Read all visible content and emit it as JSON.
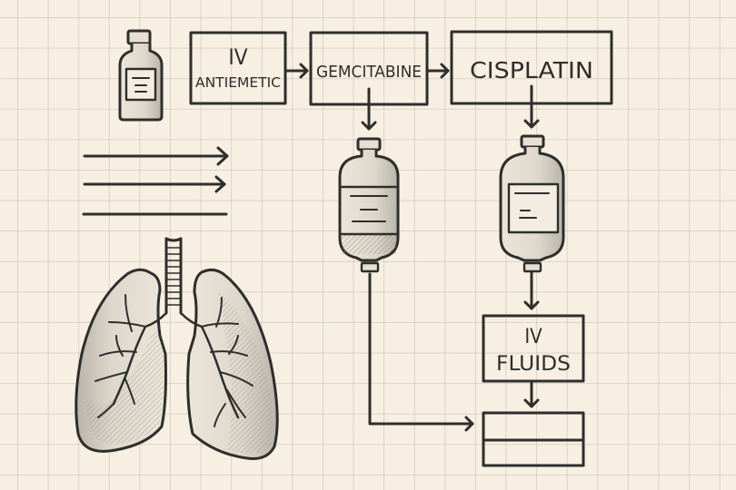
{
  "diagram": {
    "colors": {
      "ink": "#2e2e2c",
      "paper": "#f6efe2",
      "grid": "#d9d0c1",
      "shade": "#b9b4aa"
    },
    "nodes": {
      "antiemetic": {
        "line1": "IV",
        "line2": "ANTIEMETIC"
      },
      "gemcitabine": {
        "label": "GEMCITABINE"
      },
      "cisplatin": {
        "label": "CISPLATIN"
      },
      "fluids": {
        "line1": "IV",
        "line2": "FLUIDS"
      }
    },
    "icons": {
      "vial": "medicine-vial-icon",
      "bag1": "iv-bag-icon",
      "bag2": "iv-bag-icon",
      "lungs": "lungs-icon"
    },
    "edges": [
      {
        "from": "antiemetic",
        "to": "gemcitabine"
      },
      {
        "from": "gemcitabine",
        "to": "cisplatin"
      },
      {
        "from": "gemcitabine",
        "to": "iv-bag-1"
      },
      {
        "from": "cisplatin",
        "to": "iv-bag-2"
      },
      {
        "from": "iv-bag-2",
        "to": "fluids"
      },
      {
        "from": "fluids",
        "to": "result-table"
      },
      {
        "from": "iv-bag-1",
        "to": "result-table"
      }
    ]
  }
}
